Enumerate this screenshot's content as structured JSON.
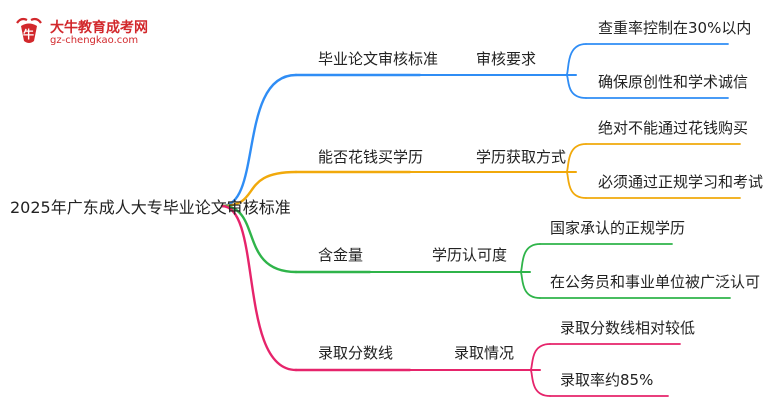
{
  "logo": {
    "title": "大牛教育成考网",
    "url": "gz-chengkao.com"
  },
  "root": "2025年广东成人大专毕业论文审核标准",
  "colors": {
    "branch_1": "#2f8df5",
    "branch_2": "#f1a90b",
    "branch_3": "#2fb44a",
    "branch_4": "#e6246b",
    "logo": "#d2282c"
  },
  "branches": [
    {
      "label": "毕业论文审核标准",
      "sub": "审核要求",
      "leaves": [
        "查重率控制在30%以内",
        "确保原创性和学术诚信"
      ]
    },
    {
      "label": "能否花钱买学历",
      "sub": "学历获取方式",
      "leaves": [
        "绝对不能通过花钱购买",
        "必须通过正规学习和考试"
      ]
    },
    {
      "label": "含金量",
      "sub": "学历认可度",
      "leaves": [
        "国家承认的正规学历",
        "在公务员和事业单位被广泛认可"
      ]
    },
    {
      "label": "录取分数线",
      "sub": "录取情况",
      "leaves": [
        "录取分数线相对较低",
        "录取率约85%"
      ]
    }
  ]
}
